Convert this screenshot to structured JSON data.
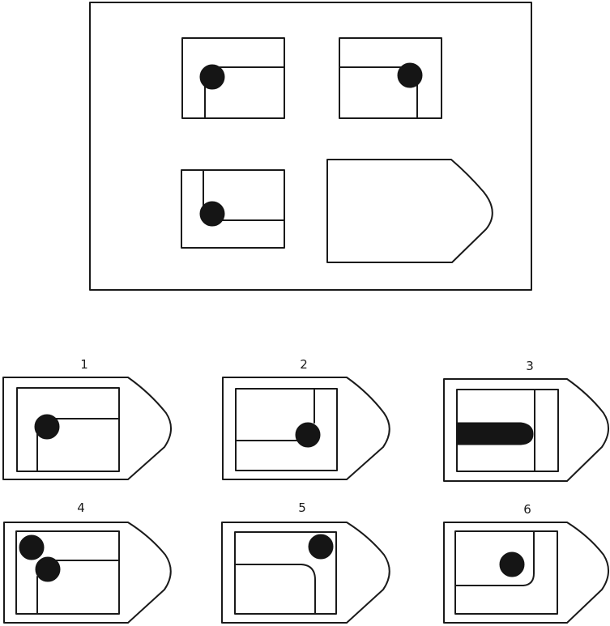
{
  "puzzle": {
    "options": [
      {
        "number": "1"
      },
      {
        "number": "2"
      },
      {
        "number": "3"
      },
      {
        "number": "4"
      },
      {
        "number": "5"
      },
      {
        "number": "6"
      }
    ]
  }
}
